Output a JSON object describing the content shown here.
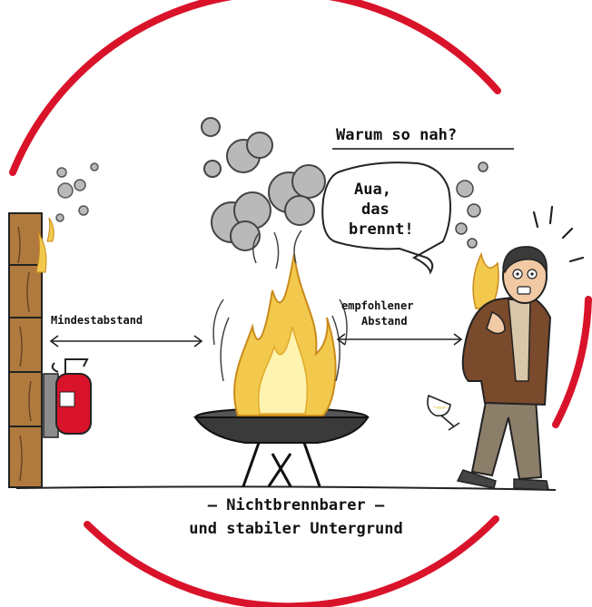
{
  "headline": "Warum so nah?",
  "speech_bubble": {
    "line1": "Aua,",
    "line2": "das",
    "line3": "brennt!"
  },
  "left_distance_label": "Mindestabstand",
  "right_distance_label": {
    "line1": "empfohlener",
    "line2": "Abstand"
  },
  "ground_label": {
    "line1": "– Nichtbrennbarer –",
    "line2": "und stabiler Untergrund"
  },
  "colors": {
    "ring": "#d9132a",
    "flame_outer": "#f2c94c",
    "flame_inner": "#fff3b0",
    "smoke": "#b9b9b9",
    "wood": "#b07a3e",
    "extinguisher": "#d9132a",
    "jacket": "#7a4a2c",
    "trousers": "#8b7f6a"
  },
  "icons": [
    "fire-bowl-icon",
    "flame-icon",
    "smoke-icon",
    "wooden-post-icon",
    "fire-extinguisher-icon",
    "person-icon",
    "wine-glass-icon",
    "double-arrow-icon"
  ]
}
